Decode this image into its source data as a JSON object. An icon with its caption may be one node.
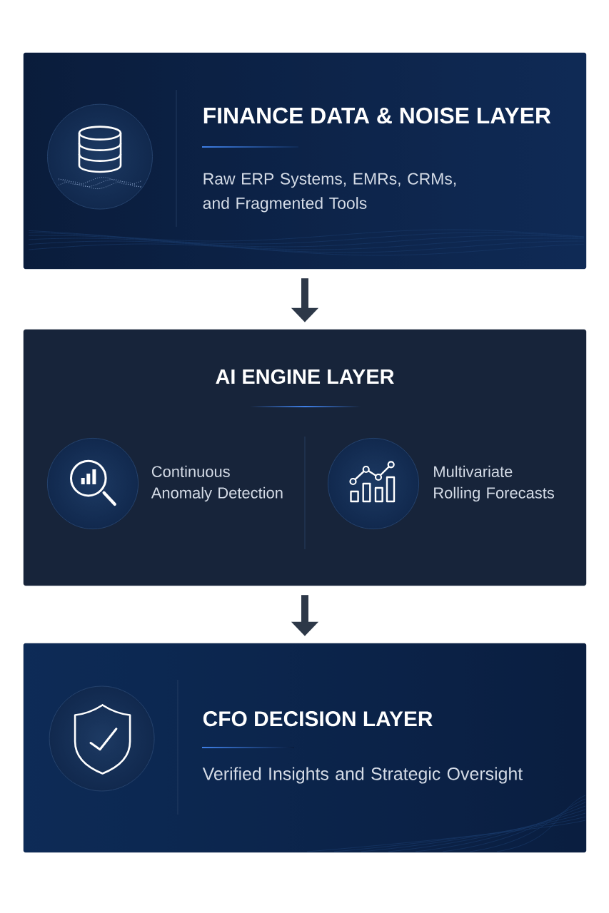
{
  "diagram": {
    "nodes": [
      {
        "text": [
          "FINANCE DATA & NOISE LAYER",
          "Raw ERP Systems, EMRs, CRMs, and Fragmented Tools"
        ]
      },
      {
        "text": [
          "AI ENGINE LAYER"
        ]
      },
      {
        "text": [],
        "shape": "circle",
        "beside": [
          "Continuous Anomaly Detection"
        ],
        "in": 1
      },
      {
        "text": [],
        "shape": "circle",
        "beside": [
          "Multivariate Rolling Forecasts"
        ],
        "in": 1
      },
      {
        "text": [
          "CFO DECISION LAYER",
          "Verified Insights and Strategic Oversight"
        ]
      }
    ],
    "edges": [
      {
        "from": 0,
        "to": 1,
        "arrow": "to"
      },
      {
        "from": 1,
        "to": 4,
        "arrow": "to"
      }
    ]
  }
}
